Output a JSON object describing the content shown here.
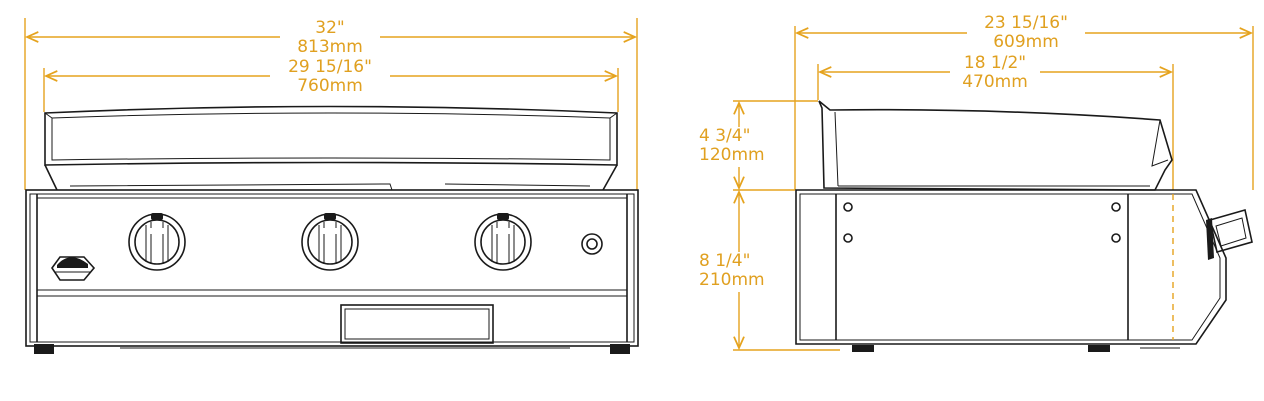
{
  "front_view": {
    "overall_width": {
      "imperial": "32\"",
      "metric": "813mm"
    },
    "cooktop_width": {
      "imperial": "29 15/16\"",
      "metric": "760mm"
    },
    "knob_count": 3
  },
  "side_view": {
    "overall_depth": {
      "imperial": "23 15/16\"",
      "metric": "609mm"
    },
    "cooktop_depth": {
      "imperial": "18 1/2\"",
      "metric": "470mm"
    },
    "lid_height": {
      "imperial": "4 3/4\"",
      "metric": "120mm"
    },
    "body_height": {
      "imperial": "8 1/4\"",
      "metric": "210mm"
    }
  },
  "colors": {
    "dimension": "#e5a31e",
    "outline": "#1a1a1a",
    "background": "#ffffff"
  },
  "icons": [
    "brand-logo-icon",
    "control-knob-icon",
    "igniter-button-icon",
    "regulator-connector-icon"
  ]
}
